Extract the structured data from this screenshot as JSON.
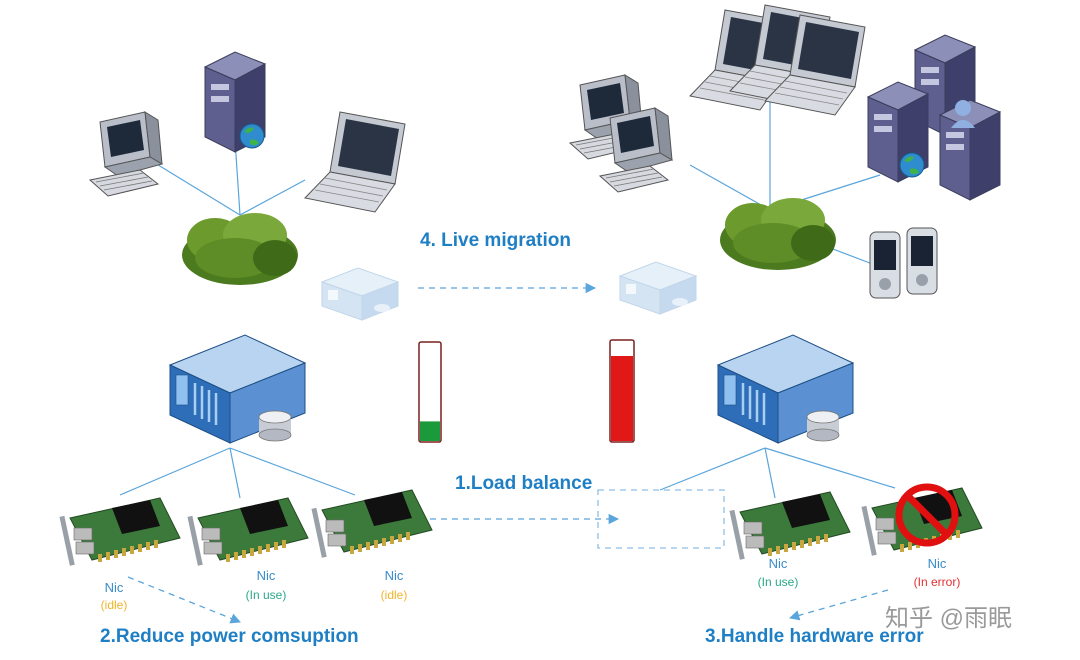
{
  "labels": {
    "live_migration": "4.  Live migration",
    "load_balance": "1.Load balance",
    "reduce_power": "2.Reduce power comsuption",
    "handle_error": "3.Handle hardware error"
  },
  "nics": [
    {
      "name": "Nic",
      "status": "(idle)"
    },
    {
      "name": "Nic",
      "status": "(In use)"
    },
    {
      "name": "Nic",
      "status": "(idle)"
    },
    {
      "name": "Nic",
      "status": "(In use)"
    },
    {
      "name": "Nic",
      "status": "(In error)"
    }
  ],
  "load_meters": {
    "left": {
      "fill_fraction": 0.2,
      "color": "#1a9a3a"
    },
    "right": {
      "fill_fraction": 0.85,
      "color": "#e01818"
    }
  },
  "watermark": "知乎 @雨眠",
  "colors": {
    "accent_blue": "#1f7fc4",
    "line_blue": "#5aa5dc",
    "idle_orange": "#f0b429",
    "in_use_teal": "#2aa889",
    "error_red": "#e23030"
  },
  "icons": [
    "desktop-computer-icon",
    "tower-server-icon",
    "laptop-icon",
    "network-cloud-icon",
    "virtual-machine-icon",
    "rack-server-icon",
    "nic-card-icon",
    "pda-device-icon",
    "prohibited-sign-icon",
    "globe-icon",
    "user-icon"
  ]
}
